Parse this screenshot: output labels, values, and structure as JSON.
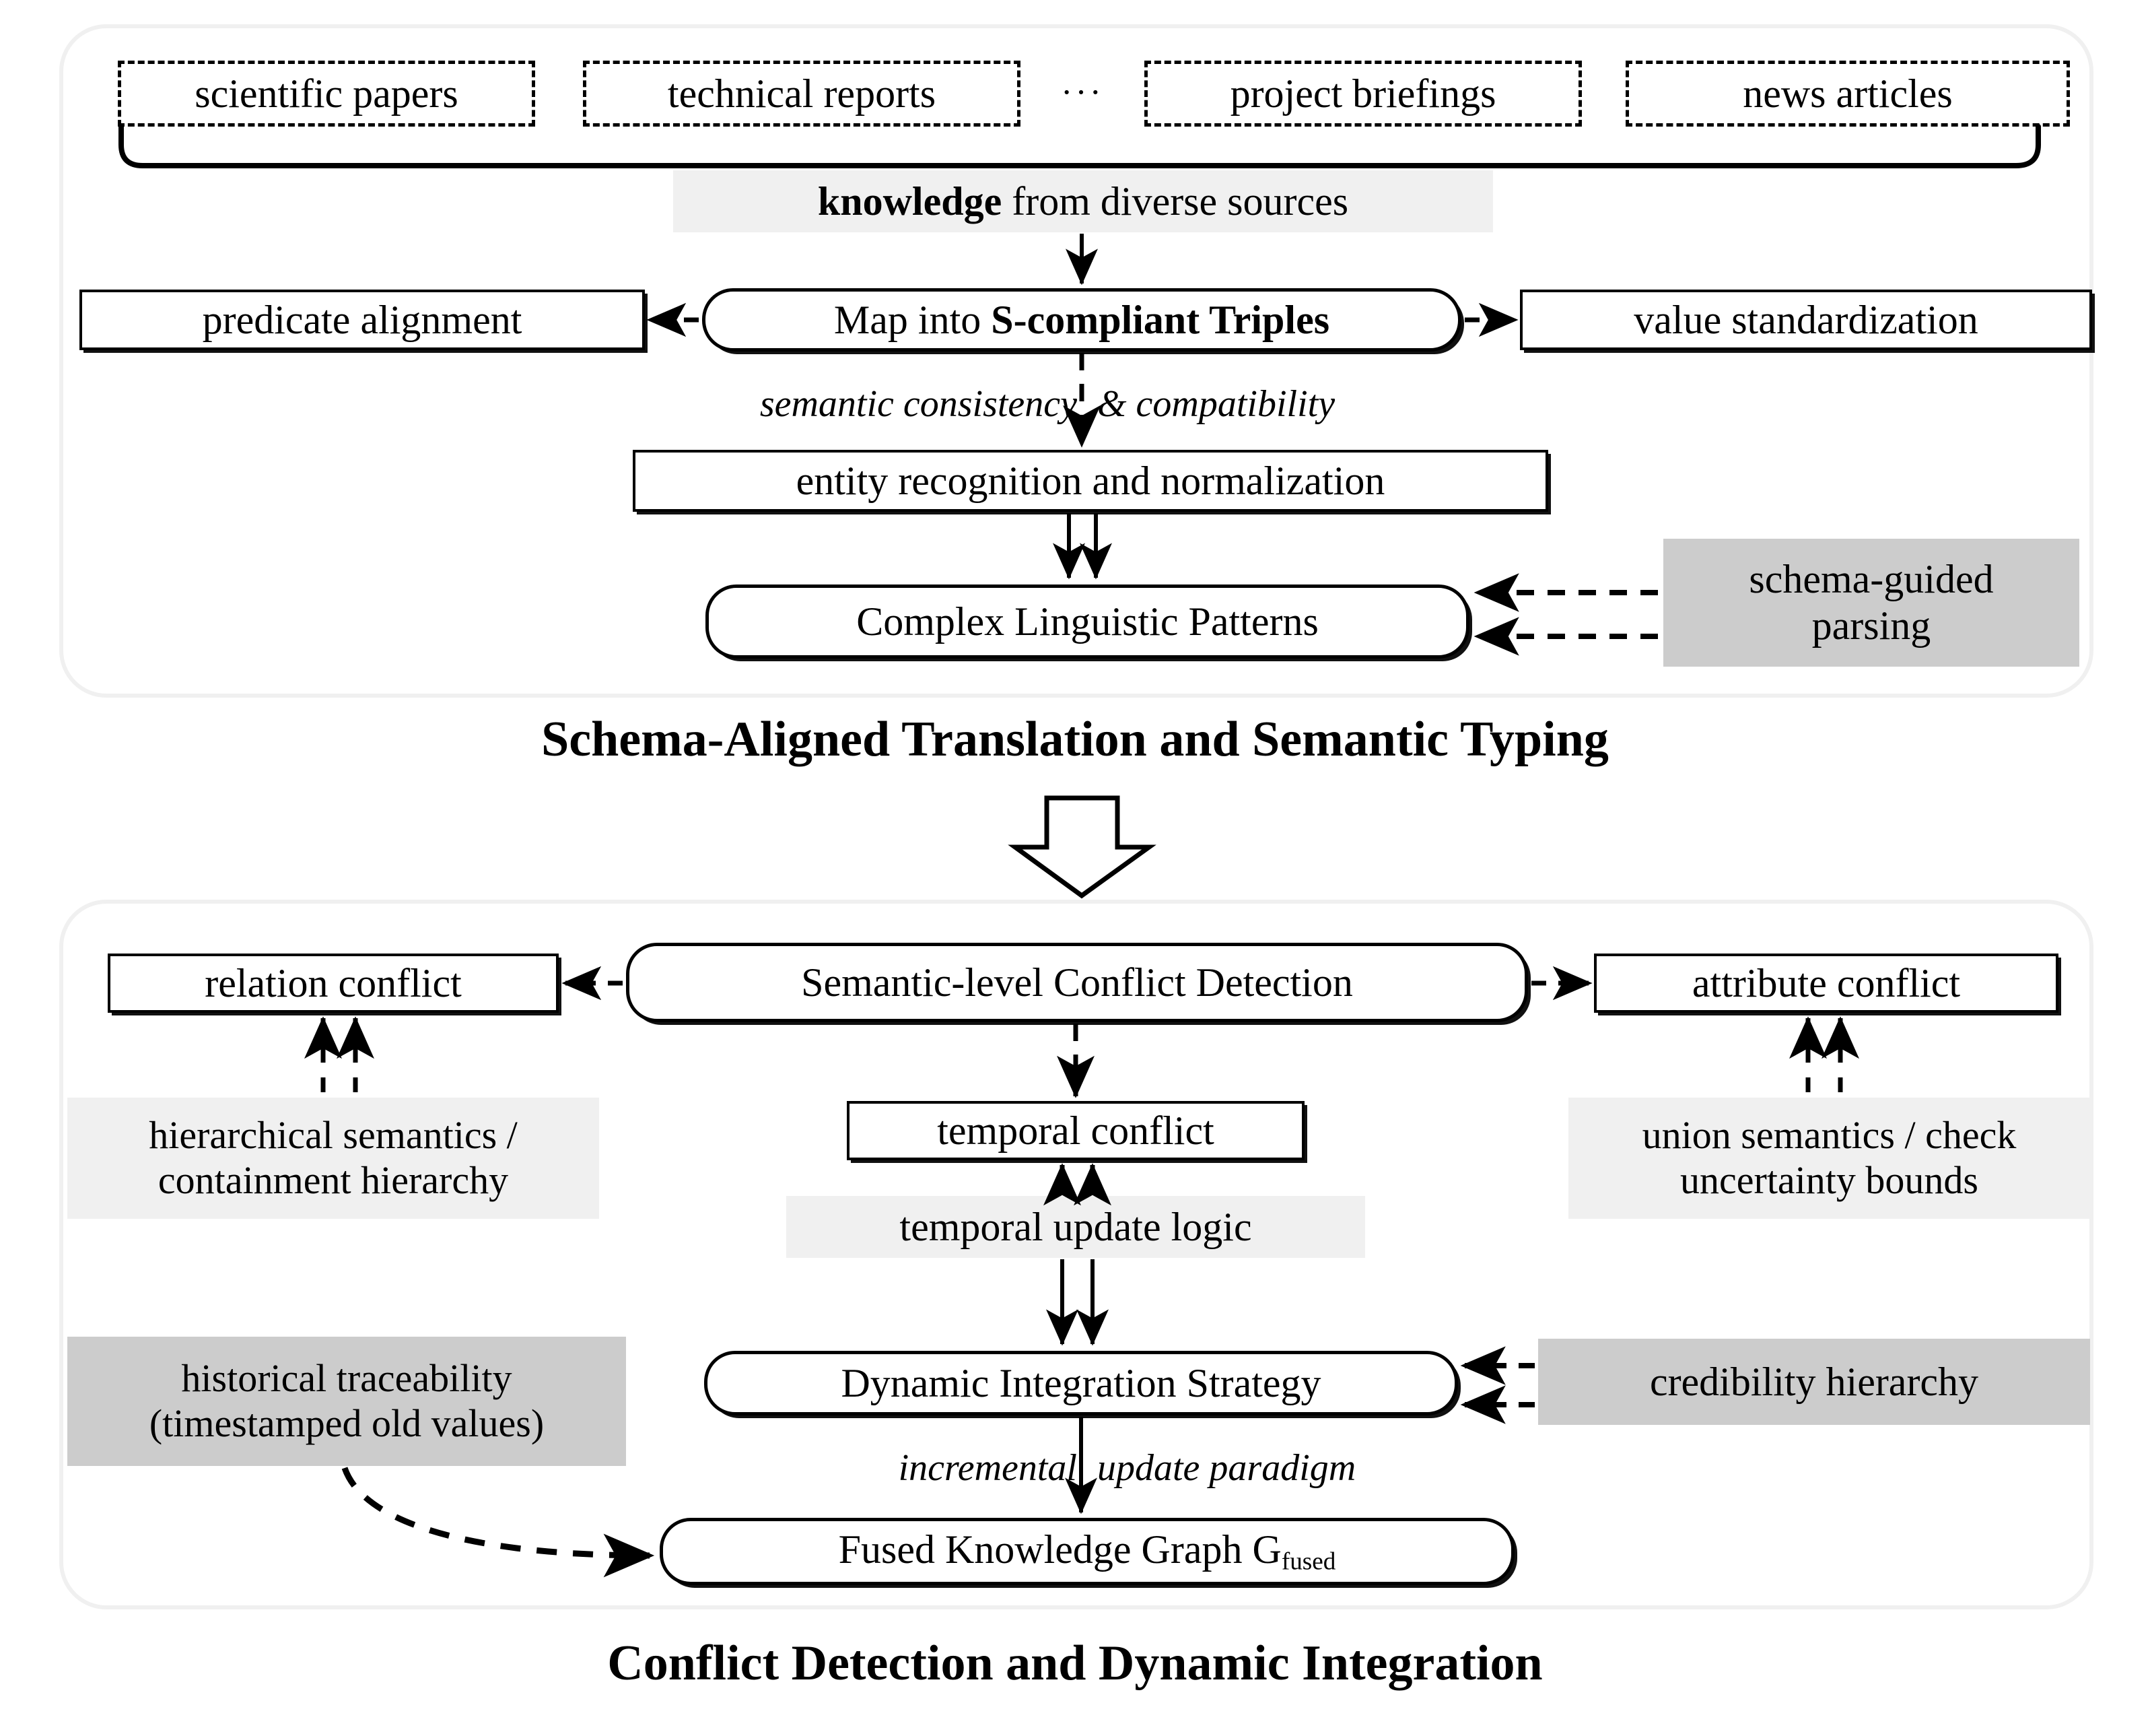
{
  "diagram": {
    "title_top": "Schema-Aligned Translation and Semantic Typing",
    "title_bottom": "Conflict Detection and Dynamic Integration",
    "colors": {
      "panel_border": "#f0f0f0",
      "stroke": "#000000",
      "highlight_light": "#f0f0f0",
      "highlight_dark": "#cccccc",
      "background": "#ffffff"
    }
  },
  "section_top": {
    "sources": [
      {
        "label": "scientific papers"
      },
      {
        "label": "technical reports"
      },
      {
        "label": "project briefings"
      },
      {
        "label": "news articles"
      }
    ],
    "sources_ellipsis": "···",
    "knowledge_banner": {
      "strong": "knowledge",
      "rest": " from diverse sources"
    },
    "map_node": {
      "prefix": "Map into ",
      "strong": "S-compliant Triples"
    },
    "predicate_alignment": "predicate alignment",
    "value_standardization": "value standardization",
    "edge_label": {
      "left": "semantic consistency",
      "right": "& compatibility"
    },
    "entity_recognition": "entity recognition and normalization",
    "complex_patterns": "Complex Linguistic Patterns",
    "schema_guided_parsing": "schema-guided\nparsing"
  },
  "section_bottom": {
    "conflict_detection": "Semantic-level Conflict Detection",
    "relation_conflict": "relation conflict",
    "attribute_conflict": "attribute conflict",
    "hierarchical_note": "hierarchical semantics /\ncontainment hierarchy",
    "union_note": "union semantics / check\nuncertainty bounds",
    "temporal_conflict": "temporal conflict",
    "temporal_update_logic": "temporal update logic",
    "dynamic_integration": "Dynamic Integration Strategy",
    "credibility_hierarchy": "credibility hierarchy",
    "historical_traceability": "historical traceability\n(timestamped old values)",
    "incremental_label": {
      "left": "incremental",
      "right": "update paradigm"
    },
    "fused_graph": {
      "main": "Fused Knowledge Graph G",
      "sub": "fused"
    }
  }
}
